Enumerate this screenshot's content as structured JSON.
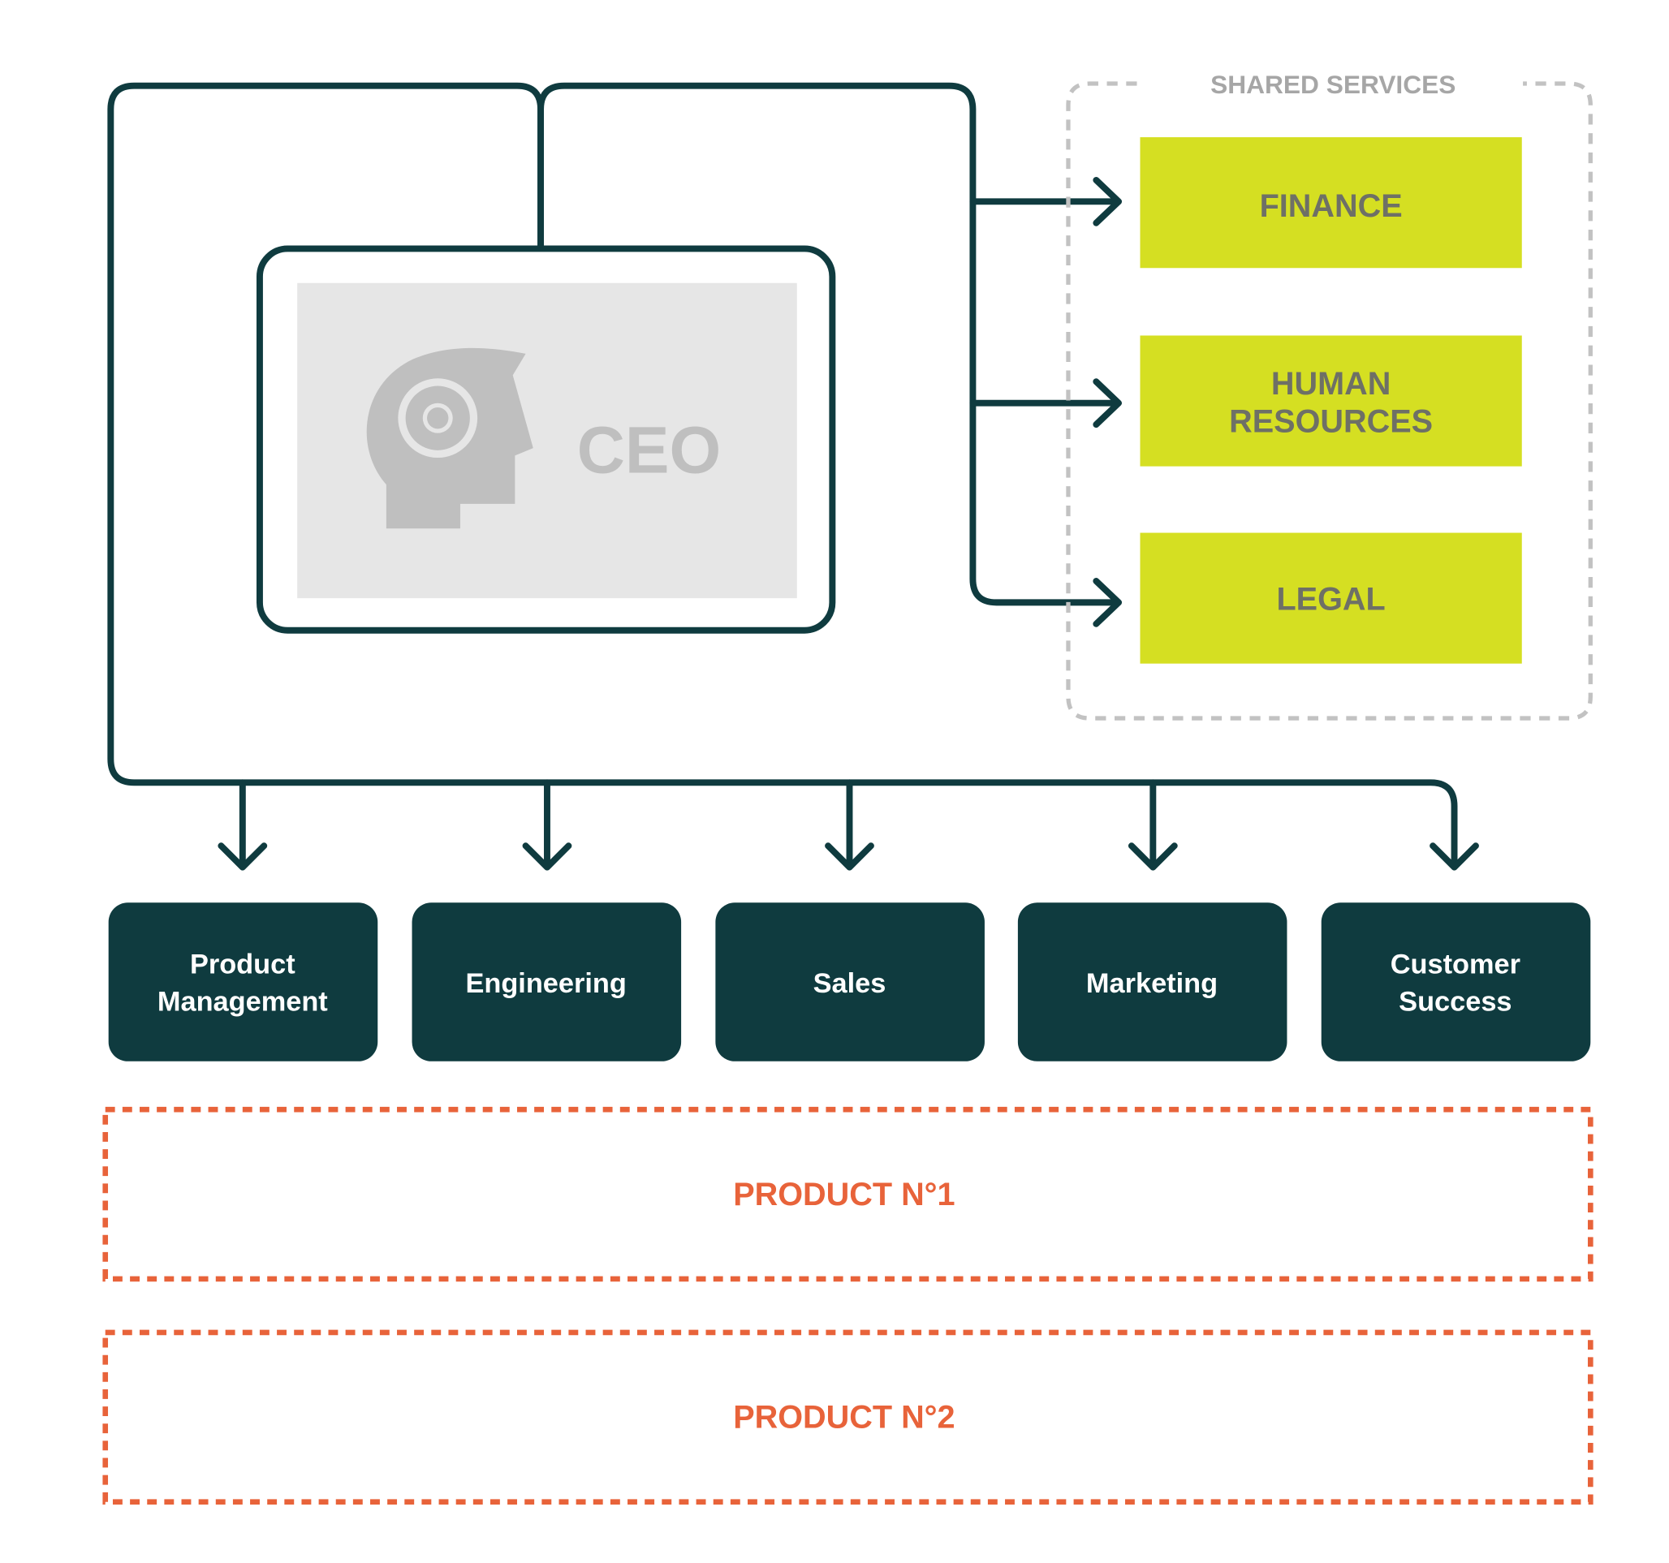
{
  "colors": {
    "line": "#0f3b3f",
    "accent": "#d5df22",
    "accent_text": "#6e7066",
    "ceo_fill": "#e6e6e6",
    "ceo_icon": "#bfbfbf",
    "shared_border": "#c2c2c2",
    "shared_title": "#a6a6a6",
    "product_border": "#e8633a",
    "product_text": "#e8633a",
    "department_fill": "#0f3b3f",
    "department_text": "#ffffff"
  },
  "ceo": {
    "label": "CEO",
    "icon": "head-with-gear-icon"
  },
  "shared_services": {
    "title": "SHARED SERVICES",
    "items": [
      {
        "lines": [
          "FINANCE"
        ]
      },
      {
        "lines": [
          "HUMAN",
          "RESOURCES"
        ]
      },
      {
        "lines": [
          "LEGAL"
        ]
      }
    ]
  },
  "departments": [
    {
      "lines": [
        "Product",
        "Management"
      ]
    },
    {
      "lines": [
        "Engineering"
      ]
    },
    {
      "lines": [
        "Sales"
      ]
    },
    {
      "lines": [
        "Marketing"
      ]
    },
    {
      "lines": [
        "Customer",
        "Success"
      ]
    }
  ],
  "products": [
    {
      "label": "PRODUCT N°1"
    },
    {
      "label": "PRODUCT N°2"
    }
  ]
}
